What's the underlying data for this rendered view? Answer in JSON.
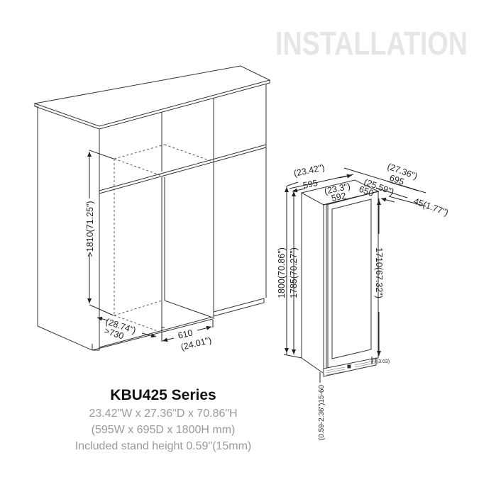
{
  "header": {
    "title": "INSTALLATION"
  },
  "cabinet": {
    "height_label": ">1810(71.25\")",
    "depth_label_in": "(28.74\")",
    "depth_label_mm": ">730",
    "width_label_mm": "610",
    "width_label_in": "(24.01\")"
  },
  "appliance": {
    "width_in": "(23.42\")",
    "width_mm": "595",
    "inner_width_in": "(23.3\")",
    "inner_width_mm": "592",
    "depth_in": "(27.36\")",
    "depth_mm": "695",
    "body_depth_in": "(25.59\")",
    "body_depth_mm": "650",
    "door_thickness": "45(1.77\")",
    "height_total": "1800(70.86\")",
    "height_body": "1785(70.27\")",
    "door_height": "1710(67.32\")",
    "kick_height": "77(3.03)",
    "foot_adjust": "(0.59-2.36\")15-60"
  },
  "caption": {
    "model": "KBU425 Series",
    "dims_in": "23.42\"W x 27.36\"D x 70.86\"H",
    "dims_mm": "(595W x 695D x 1800H mm)",
    "stand": "Included stand height 0.59\"(15mm)"
  }
}
